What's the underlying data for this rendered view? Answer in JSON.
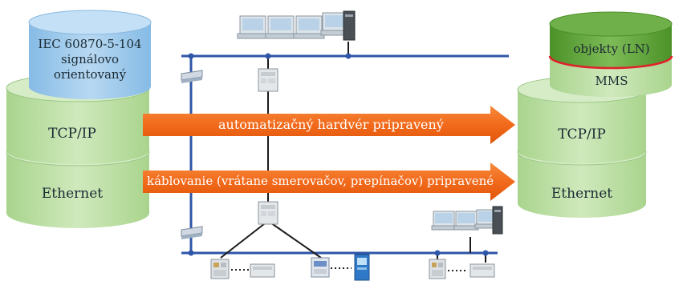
{
  "left_stack": {
    "top_cylinder": [
      "IEC 60870-5-104",
      "signálovo",
      "orientovaný"
    ],
    "middle_label": "TCP/IP",
    "bottom_label": "Ethernet"
  },
  "right_stack": {
    "top_cylinder": "objekty (LN)",
    "top_band": "MMS",
    "middle_label": "TCP/IP",
    "bottom_label": "Ethernet"
  },
  "arrows": [
    {
      "label": "automatizačný hardvér pripravený"
    },
    {
      "label": "káblovanie (vrátane smerovačov, prepínačov) pripravené"
    }
  ],
  "colors": {
    "green_cylinder": "#bfe0a5",
    "blue_cylinder": "#9fc9ea",
    "dark_green_top": "#5ea23a",
    "red_line": "#e0202a",
    "arrow_orange": "#f26a1b",
    "bus_blue": "#2e55a7"
  }
}
